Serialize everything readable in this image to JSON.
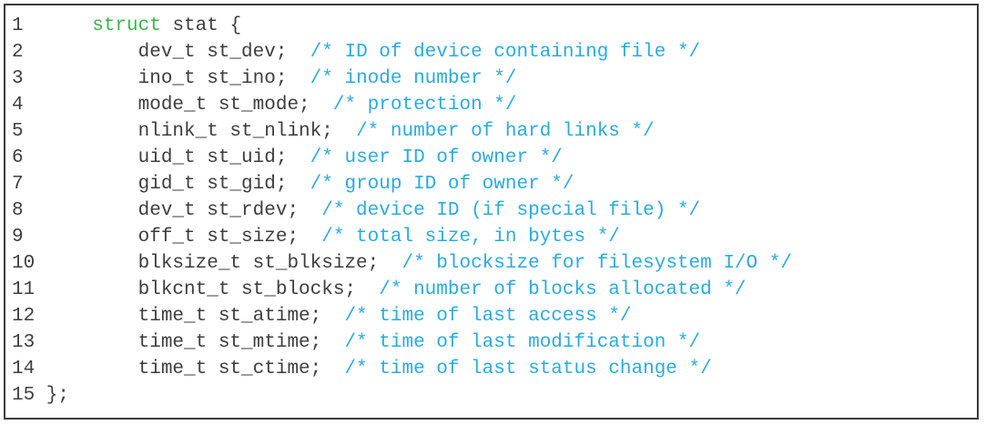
{
  "page": {
    "background": "#ffffff"
  },
  "code_block": {
    "language": "c",
    "border_color": "#3c3c3c",
    "colors": {
      "keyword": "#3ab54a",
      "comment": "#29abe2",
      "text": "#3e3e3e"
    },
    "lines": [
      {
        "number": "1",
        "segments": [
          {
            "type": "plain",
            "text": "    "
          },
          {
            "type": "keyword",
            "text": "struct"
          },
          {
            "type": "plain",
            "text": " stat {"
          }
        ]
      },
      {
        "number": "2",
        "segments": [
          {
            "type": "plain",
            "text": "        dev_t st_dev;  "
          },
          {
            "type": "comment",
            "text": "/* ID of device containing file */"
          }
        ]
      },
      {
        "number": "3",
        "segments": [
          {
            "type": "plain",
            "text": "        ino_t st_ino;  "
          },
          {
            "type": "comment",
            "text": "/* inode number */"
          }
        ]
      },
      {
        "number": "4",
        "segments": [
          {
            "type": "plain",
            "text": "        mode_t st_mode;  "
          },
          {
            "type": "comment",
            "text": "/* protection */"
          }
        ]
      },
      {
        "number": "5",
        "segments": [
          {
            "type": "plain",
            "text": "        nlink_t st_nlink;  "
          },
          {
            "type": "comment",
            "text": "/* number of hard links */"
          }
        ]
      },
      {
        "number": "6",
        "segments": [
          {
            "type": "plain",
            "text": "        uid_t st_uid;  "
          },
          {
            "type": "comment",
            "text": "/* user ID of owner */"
          }
        ]
      },
      {
        "number": "7",
        "segments": [
          {
            "type": "plain",
            "text": "        gid_t st_gid;  "
          },
          {
            "type": "comment",
            "text": "/* group ID of owner */"
          }
        ]
      },
      {
        "number": "8",
        "segments": [
          {
            "type": "plain",
            "text": "        dev_t st_rdev;  "
          },
          {
            "type": "comment",
            "text": "/* device ID (if special file) */"
          }
        ]
      },
      {
        "number": "9",
        "segments": [
          {
            "type": "plain",
            "text": "        off_t st_size;  "
          },
          {
            "type": "comment",
            "text": "/* total size, in bytes */"
          }
        ]
      },
      {
        "number": "10",
        "segments": [
          {
            "type": "plain",
            "text": "        blksize_t st_blksize;  "
          },
          {
            "type": "comment",
            "text": "/* blocksize for filesystem I/O */"
          }
        ]
      },
      {
        "number": "11",
        "segments": [
          {
            "type": "plain",
            "text": "        blkcnt_t st_blocks;  "
          },
          {
            "type": "comment",
            "text": "/* number of blocks allocated */"
          }
        ]
      },
      {
        "number": "12",
        "segments": [
          {
            "type": "plain",
            "text": "        time_t st_atime;  "
          },
          {
            "type": "comment",
            "text": "/* time of last access */"
          }
        ]
      },
      {
        "number": "13",
        "segments": [
          {
            "type": "plain",
            "text": "        time_t st_mtime;  "
          },
          {
            "type": "comment",
            "text": "/* time of last modification */"
          }
        ]
      },
      {
        "number": "14",
        "segments": [
          {
            "type": "plain",
            "text": "        time_t st_ctime;  "
          },
          {
            "type": "comment",
            "text": "/* time of last status change */"
          }
        ]
      },
      {
        "number": "15",
        "segments": [
          {
            "type": "plain",
            "text": "};"
          }
        ]
      }
    ]
  }
}
